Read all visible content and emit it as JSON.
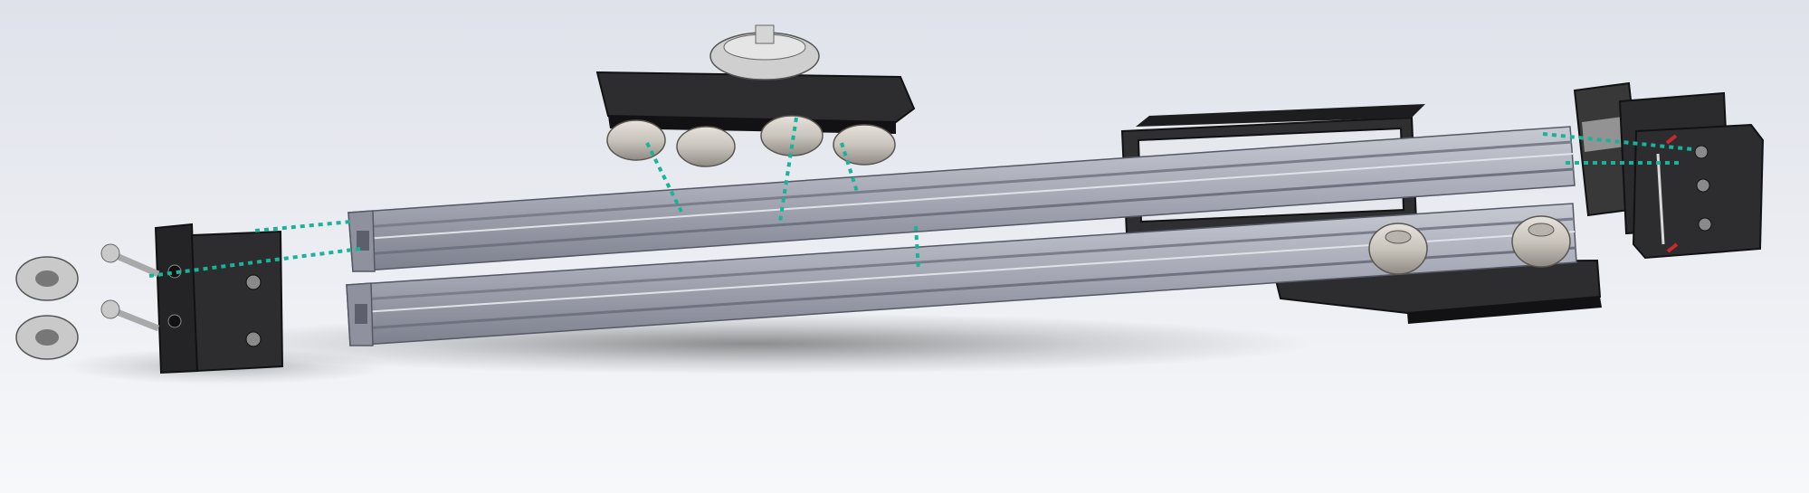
{
  "scene": {
    "view": "exploded-assembly",
    "colors": {
      "background_top": "#dfe2ea",
      "background_bottom": "#f7f8fa",
      "extrusion": "#a9acb8",
      "extrusion_light": "#c7c9d2",
      "extrusion_dark": "#6f7280",
      "plate": "#2d2d2f",
      "plate_edge": "#121214",
      "wheel": "#d3cfc8",
      "metal": "#c9c9c9",
      "motor": "#383838",
      "motor_band": "#a3a3a3",
      "guide_lines": "#19b39a",
      "accent_red": "#c9282d",
      "shadow": "#3b3b3b"
    },
    "components": [
      {
        "name": "gt2-pulley",
        "count": 2
      },
      {
        "name": "m5-bolt",
        "count": 2
      },
      {
        "name": "idler-end-bracket",
        "count": 1
      },
      {
        "name": "aluminium-extrusion",
        "count": 2
      },
      {
        "name": "carriage-plate",
        "count": 1
      },
      {
        "name": "v-wheel",
        "count": 6
      },
      {
        "name": "stepper-motor",
        "count": 1
      },
      {
        "name": "motor-mount-plate",
        "count": 1
      },
      {
        "name": "rear-carriage",
        "count": 1
      },
      {
        "name": "frame-bracket",
        "count": 1
      }
    ]
  }
}
